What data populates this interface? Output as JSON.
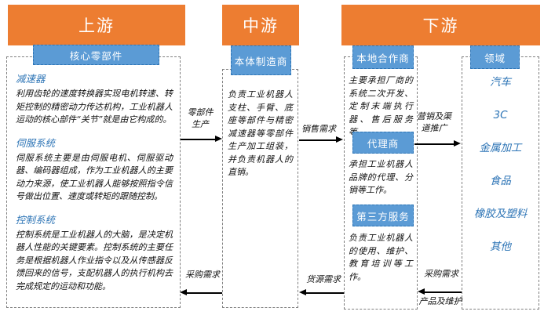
{
  "colors": {
    "stage_header_bg": "#ED7D31",
    "tag_bg": "#5B9BD5",
    "blue_text": "#2E75B6",
    "body_text": "#111111",
    "dashed_border": "#7f7f7f",
    "arrow": "#000000"
  },
  "columns": {
    "upstream": {
      "title": "上游",
      "tag": "核心零部件",
      "sections": [
        {
          "heading": "减速器",
          "body": "利用齿轮的速度转换器实现电机转速、转矩控制的精密动力传达机构，工业机器人运动的核心部件“关节”就是由它构成的。"
        },
        {
          "heading": "伺服系统",
          "body": "伺服系统主要是由伺服电机、伺服驱动器、编码器组成，作为工业机器人的主要动力来源，使工业机器人能够按照指令信号做出位置、速度或转矩的跟随控制。"
        },
        {
          "heading": "控制系统",
          "body": "控制系统是工业机器人的大脑，是决定机器人性能的关键要素。控制系统的主要任务是根据机器人作业指令以及从传感器反馈回来的信号，支配机器人的执行机构去完成规定的运动和功能。"
        }
      ]
    },
    "midstream": {
      "title": "中游",
      "tag": "本体制造商",
      "body": "负责工业机器人支柱、手臂、底座等部件与精密减速器等零部件生产加工组装，并负责机器人的直销。"
    },
    "downstream": {
      "title": "下游",
      "partner": {
        "tag": "本地合作商",
        "intro": "主要承担厂商的系统二次开发、定制末端执行器、售后服务等。",
        "groups": [
          {
            "tag": "代理商",
            "body": "承担工业机器人品牌的代理、分销等工作。"
          },
          {
            "tag": "第三方服务",
            "body": "负责工业机器人的使用、维护、教育培训等工作。"
          }
        ]
      },
      "fields": {
        "tag": "领域",
        "items": [
          "汽车",
          "3C",
          "金属加工",
          "食品",
          "橡胶及塑料",
          "其他"
        ]
      }
    }
  },
  "arrows": {
    "parts_production": {
      "label": "零部件\n生产",
      "direction": "right"
    },
    "sales_demand": {
      "label": "销售需求",
      "direction": "right"
    },
    "marketing_promo": {
      "label": "营销及渠\n道推广",
      "direction": "right"
    },
    "purchase_demand_right": {
      "label": "采购需求",
      "direction": "left"
    },
    "product_maintenance": {
      "label": "产品及维护",
      "direction": "left"
    },
    "supply_demand": {
      "label": "货源需求",
      "direction": "left"
    },
    "purchase_demand_left": {
      "label": "采购需求",
      "direction": "left"
    }
  }
}
